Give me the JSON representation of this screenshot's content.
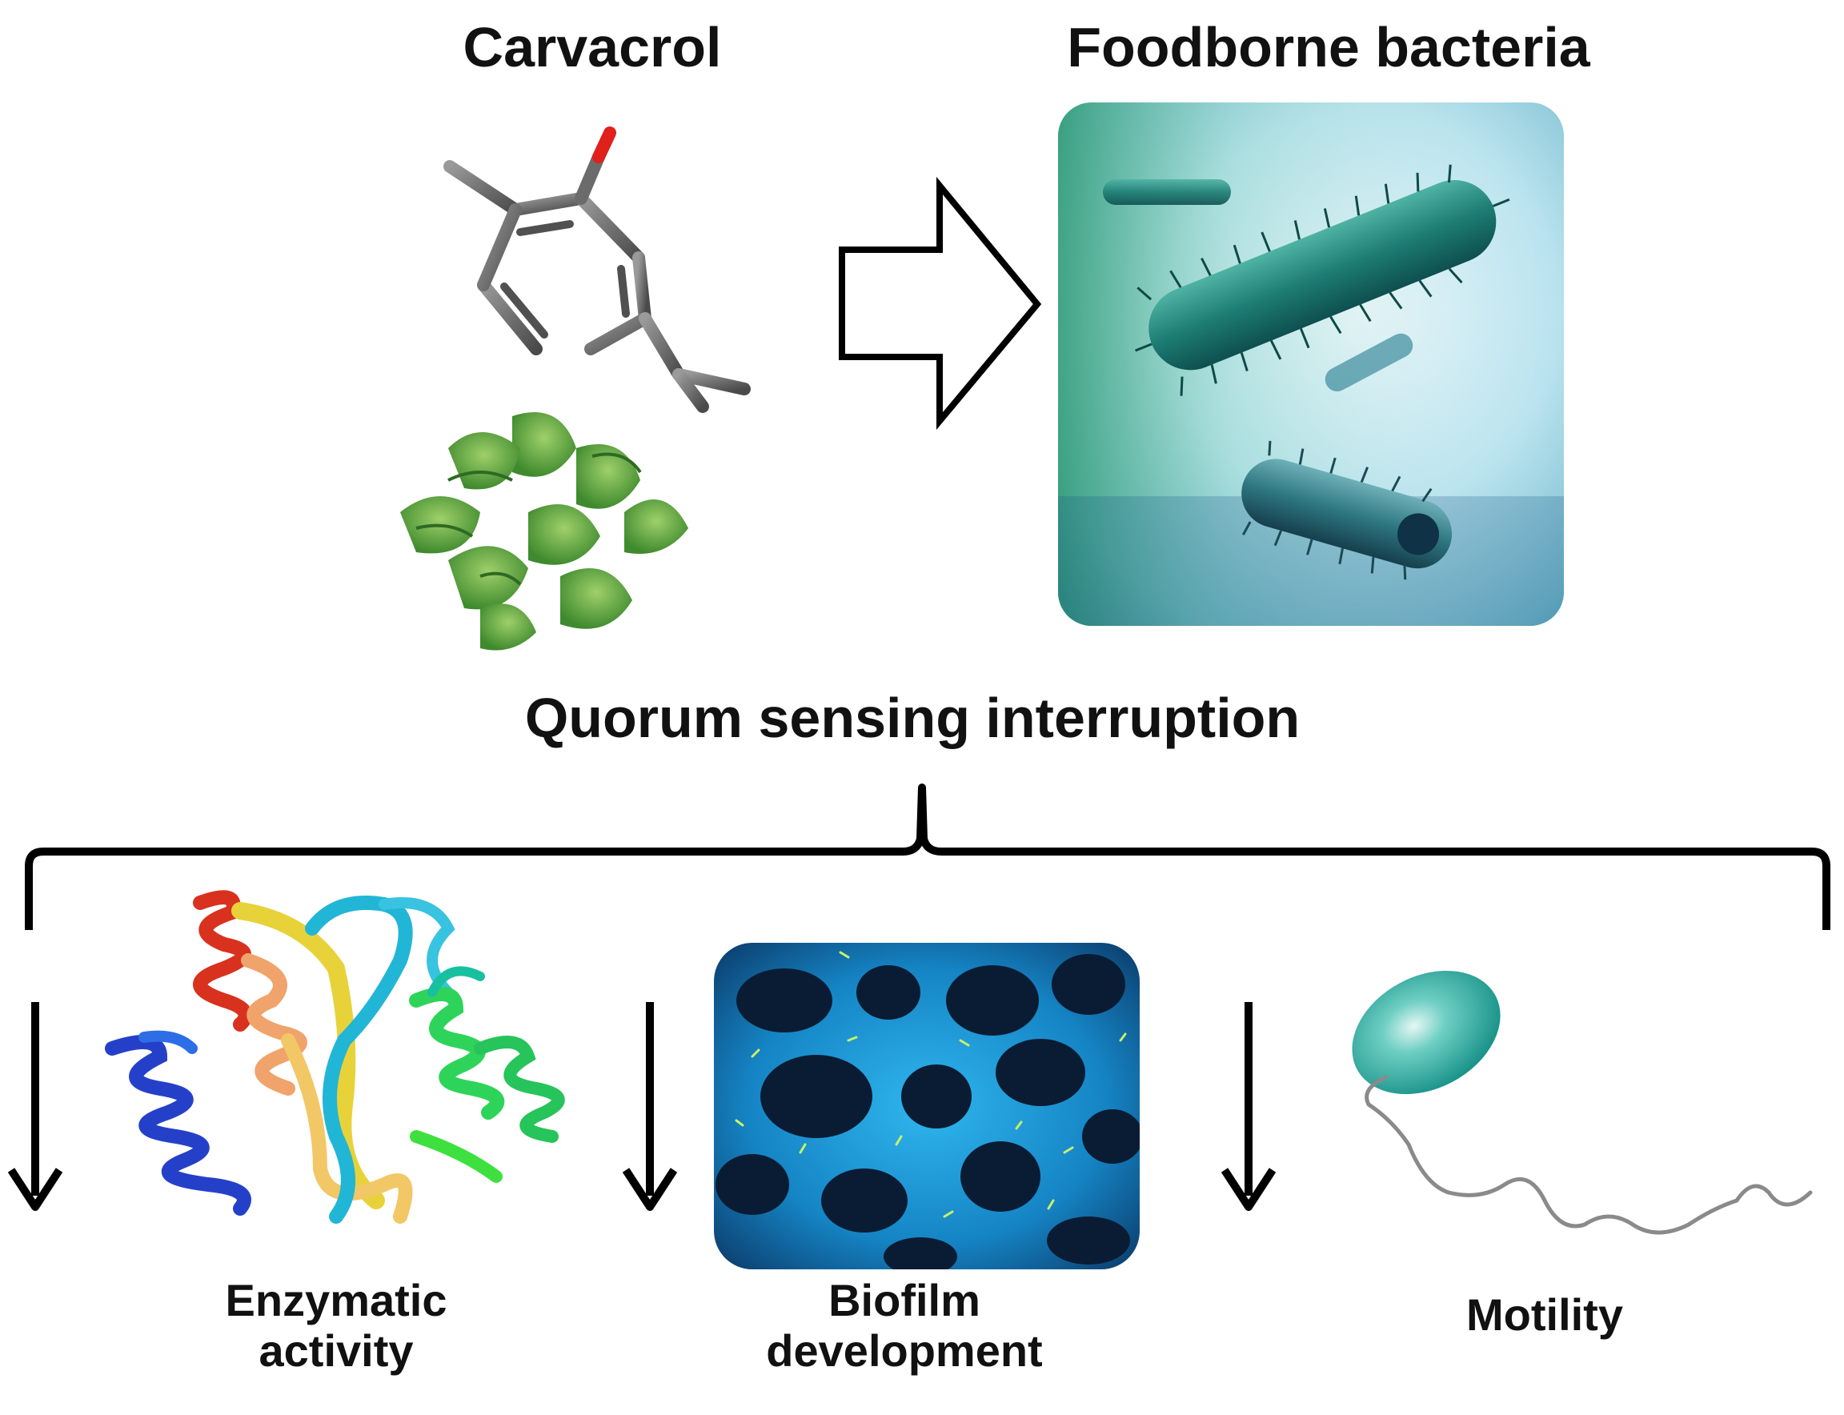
{
  "figure": {
    "carvacrol_title": "Carvacrol",
    "bacteria_title": "Foodborne bacteria",
    "mechanism_title": "Quorum sensing interruption",
    "effects": [
      {
        "line1": "Enzymatic",
        "line2": "activity"
      },
      {
        "line1": "Biofilm",
        "line2": "development"
      },
      {
        "line1": "Motility",
        "line2": ""
      }
    ]
  },
  "colors": {
    "text": "#111111",
    "bond_gray": "#6b6b6b",
    "oxygen_red": "#e0201a",
    "bacteria_teal": "#1f8a80",
    "biofilm_blue": "#1aa0e0",
    "leaf_green": "#5aa83a"
  },
  "icons": [
    "carvacrol-molecule-icon",
    "oregano-leaves-icon",
    "outline-arrow-icon",
    "bacteria-image",
    "curly-brace-icon",
    "down-arrow-icon",
    "protein-ribbon-icon",
    "biofilm-micrograph-image",
    "flagellated-bacterium-icon"
  ]
}
